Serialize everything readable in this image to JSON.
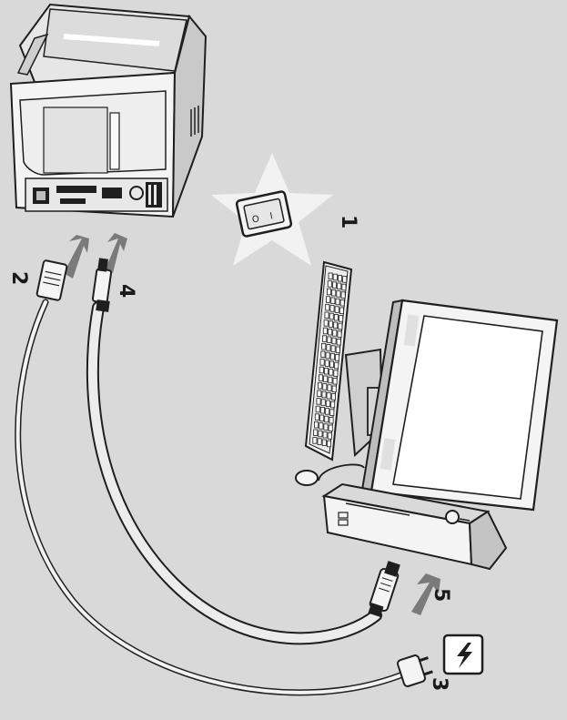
{
  "colors": {
    "background": "#d9d9d9",
    "outline": "#1f1f1f",
    "device_face": "#f4f4f4",
    "device_shade": "#c9c9c9",
    "arrow": "#7a7a7a",
    "star": "#f2f2f2"
  },
  "steps": [
    {
      "number": "1",
      "icon": "rocker-switch-icon",
      "description_symbol_on": "I",
      "description_symbol_off": "O"
    },
    {
      "number": "2",
      "icon": "power-connector-icon"
    },
    {
      "number": "3",
      "icon": "wall-plug-icon",
      "badge_icon": "lightning-bolt-icon"
    },
    {
      "number": "4",
      "icon": "usb-connector-icon"
    },
    {
      "number": "5",
      "icon": "usb-connector-icon"
    }
  ],
  "icons": {
    "printer": "printer-icon",
    "computer": "desktop-computer-icon",
    "monitor": "monitor-icon",
    "keyboard": "keyboard-icon",
    "mouse": "mouse-icon"
  }
}
